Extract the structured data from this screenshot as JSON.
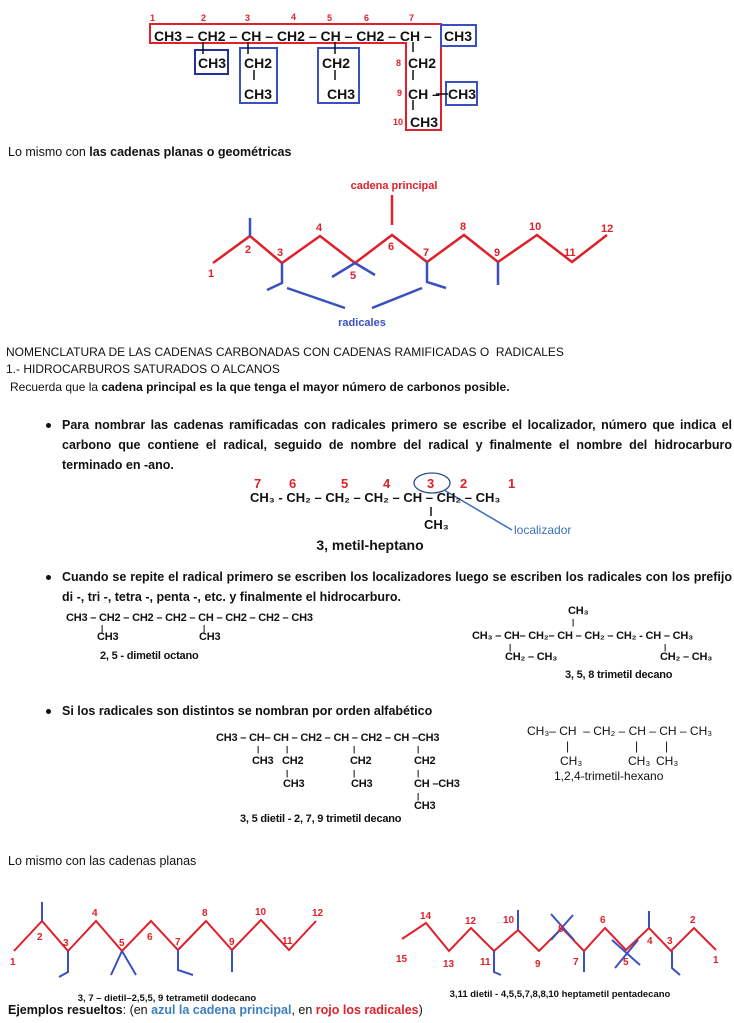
{
  "colors": {
    "chain": "#e0202a",
    "radical": "#3a50c0",
    "accent": "#3a6fb5"
  },
  "top_formula": {
    "main": "CH3 – CH2 – CH – CH2 – CH – CH2 – CH –",
    "main_end": "CH3",
    "numbers": [
      "1",
      "2",
      "3",
      "4",
      "5",
      "6",
      "7",
      "8",
      "9",
      "10"
    ],
    "r1": "CH3",
    "r2a": "CH2",
    "r2b": "CH3",
    "r3a": "CH2",
    "r3b": "CH3",
    "c8": "CH2",
    "c9": "CH –",
    "c9r": "CH3",
    "c10": "CH3"
  },
  "intro": {
    "prefix": "Lo mismo con ",
    "bold": "las cadenas planas o geométricas"
  },
  "zigzag1": {
    "numbers": [
      "1",
      "2",
      "3",
      "4",
      "5",
      "6",
      "7",
      "8",
      "9",
      "10",
      "11",
      "12"
    ],
    "label_chain": "cadena principal",
    "label_radicals": "radicales"
  },
  "heading": {
    "title": "NOMENCLATURA DE LAS CADENAS CARBONADAS CON CADENAS RAMIFICADAS O  RADICALES",
    "subtitle": "1.- HIDROCARBUROS SATURADOS O ALCANOS",
    "note_a": "Recuerda que la ",
    "note_b": "cadena principal es la que tenga el mayor número de carbonos posible."
  },
  "bullets": [
    "Para nombrar las cadenas ramificadas con radicales primero se escribe el localizador, número que indica el carbono que contiene el radical, seguido de nombre del radical y finalmente el nombre del hidrocarburo terminado en -ano.",
    "Cuando se repite el radical primero se escriben los localizadores luego se escriben los radicales  con los prefijo di -, tri -, tetra -, penta -, etc.  y finalmente el hidrocarburo.",
    "Si los radicales son distintos se nombran por orden alfabético"
  ],
  "heptano": {
    "numbers": [
      "7",
      "6",
      "5",
      "4",
      "3",
      "2",
      "1"
    ],
    "main": "CH₃ - CH₂ – CH₂ – CH₂ – CH – CH₂ – CH₃",
    "branch": "CH₃",
    "name": "3, metil-heptano",
    "pointer": "localizador"
  },
  "octano": {
    "main": "CH3 – CH2 – CH2 – CH2 – CH – CH2 – CH2 – CH3",
    "r1": "CH3",
    "r2": "CH3",
    "name": "2, 5 - dimetil octano"
  },
  "decano1": {
    "top": "CH₃",
    "main": "CH₃ – CH– CH₂– CH – CH₂ – CH₂ - CH – CH₃",
    "r1": "CH₂ – CH₃",
    "r2": "CH₂ – CH₃",
    "name": "3, 5, 8 trimetil decano"
  },
  "decano2": {
    "main": "CH3 – CH– CH – CH2 – CH – CH2 – CH –CH3",
    "row1": [
      "CH3",
      "CH2",
      "CH2",
      "CH2"
    ],
    "row2": [
      "CH3",
      "CH3",
      "CH –CH3"
    ],
    "row3": "CH3",
    "name": "3, 5 dietil - 2, 7, 9 trimetil decano"
  },
  "hexano": {
    "main": "CH₃– CH  – CH₂ – CH – CH – CH₃",
    "r": [
      "CH₃",
      "CH₃",
      "CH₃"
    ],
    "name": "1,2,4-trimetil-hexano"
  },
  "planas_label": "Lo mismo con las cadenas planas",
  "zigzag2": {
    "numbers": [
      "1",
      "2",
      "3",
      "4",
      "5",
      "6",
      "7",
      "8",
      "9",
      "10",
      "11",
      "12"
    ],
    "name": "3, 7 – dietil–2,5,5, 9 tetrametil dodecano"
  },
  "zigzag3": {
    "numbers": [
      "15",
      "14",
      "13",
      "12",
      "11",
      "10",
      "9",
      "8",
      "7",
      "6",
      "5",
      "4",
      "3",
      "2",
      "1"
    ],
    "name": "3,11 dietil - 4,5,5,7,8,8,10 heptametil pentadecano"
  },
  "footer": {
    "a": "Ejemplos resueltos",
    "b": ": (en ",
    "c": "azul la cadena principal",
    "d": ", en ",
    "e": "rojo los radicales",
    "f": ")"
  }
}
